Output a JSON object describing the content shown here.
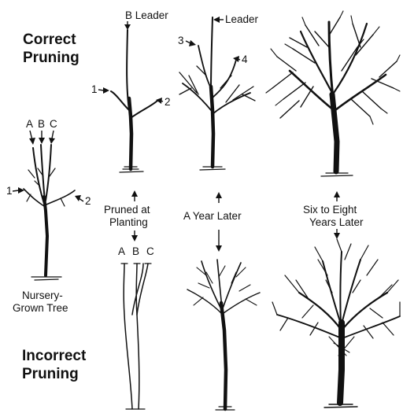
{
  "headings": {
    "correct_line1": "Correct",
    "correct_line2": "Pruning",
    "incorrect_line1": "Incorrect",
    "incorrect_line2": "Pruning"
  },
  "labels": {
    "nursery_line1": "Nursery-",
    "nursery_line2": "Grown Tree",
    "pruned_line1": "Pruned at",
    "pruned_line2": "Planting",
    "year_later": "A Year Later",
    "six_eight_line1": "Six to Eight",
    "six_eight_line2": "Years Later",
    "b_leader": "B Leader",
    "leader": "Leader",
    "letter_a": "A",
    "letter_b": "B",
    "letter_c": "C",
    "num_1": "1",
    "num_2": "2",
    "num_3": "3",
    "num_4": "4"
  },
  "colors": {
    "ink": "#111111",
    "background": "#ffffff"
  }
}
